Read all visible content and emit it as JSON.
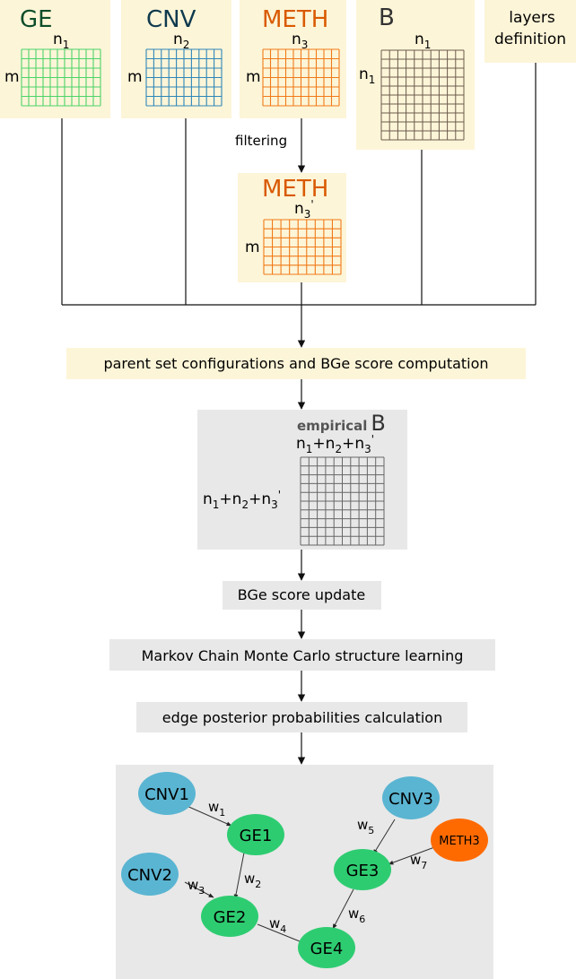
{
  "colors": {
    "cream": "#fdf5d8",
    "gray_panel": "#e8e8e8",
    "ge_green": "#2ecc71",
    "ge_grid": "#4cd36a",
    "ge_title": "#0b4d2a",
    "cnv_blue": "#5ab5d2",
    "cnv_grid": "#2e86b8",
    "cnv_title": "#0f3a4e",
    "meth_orange": "#ff6a00",
    "meth_grid": "#f07a18",
    "meth_title": "#d95a00",
    "b_grid": "#6b5b4b",
    "emp_grid": "#666666"
  },
  "inputs": {
    "ge": {
      "title": "GE",
      "cols": "n",
      "cols_sub": "1",
      "rows": "m"
    },
    "cnv": {
      "title": "CNV",
      "cols": "n",
      "cols_sub": "2",
      "rows": "m"
    },
    "meth": {
      "title": "METH",
      "cols": "n",
      "cols_sub": "3",
      "rows": "m"
    },
    "b": {
      "title": "B",
      "cols": "n",
      "cols_sub": "1",
      "rows": "n",
      "rows_sub": "1"
    },
    "layers": {
      "line1": "layers",
      "line2": "definition"
    }
  },
  "filtering_label": "filtering",
  "meth_filtered": {
    "title": "METH",
    "cols": "n",
    "cols_sub": "3",
    "cols_sup": "'",
    "rows": "m"
  },
  "steps": {
    "parent_set": "parent set configurations and BGe score computation",
    "bge_update": "BGe score update",
    "mcmc": "Markov Chain Monte Carlo structure learning",
    "edge_posterior": "edge posterior probabilities calculation"
  },
  "empirical": {
    "title_prefix": "empirical",
    "title_letter": "B",
    "dim": {
      "p1": "n",
      "s1": "1",
      "p2": "+n",
      "s2": "2",
      "p3": "+n",
      "s3": "3",
      "sup": "'"
    }
  },
  "network": {
    "nodes": {
      "cnv1": "CNV1",
      "cnv2": "CNV2",
      "cnv3": "CNV3",
      "meth3": "METH3",
      "ge1": "GE1",
      "ge2": "GE2",
      "ge3": "GE3",
      "ge4": "GE4"
    },
    "weights": {
      "w1": {
        "base": "w",
        "sub": "1"
      },
      "w2": {
        "base": "w",
        "sub": "2"
      },
      "w3": {
        "base": "w",
        "sub": "3"
      },
      "w4": {
        "base": "w",
        "sub": "4"
      },
      "w5": {
        "base": "w",
        "sub": "5"
      },
      "w6": {
        "base": "w",
        "sub": "6"
      },
      "w7": {
        "base": "w",
        "sub": "7"
      }
    }
  }
}
